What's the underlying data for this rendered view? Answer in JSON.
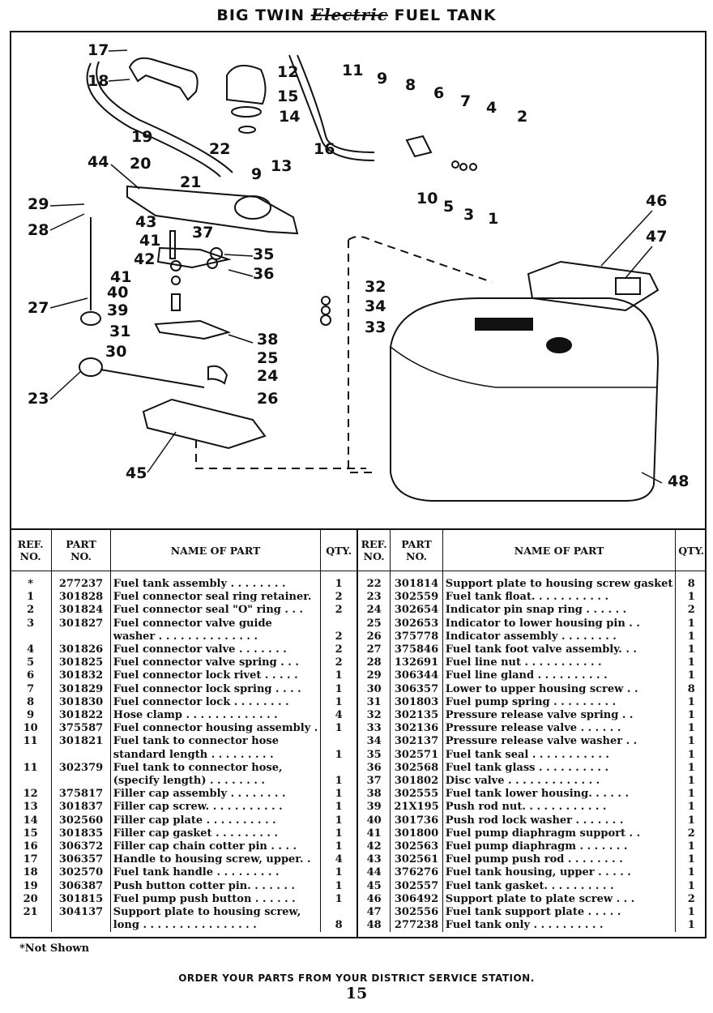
{
  "title": {
    "prefix": "BIG TWIN",
    "script": "Electric",
    "suffix": "FUEL TANK"
  },
  "callouts": [
    "1",
    "2",
    "3",
    "4",
    "5",
    "6",
    "7",
    "8",
    "9",
    "9",
    "10",
    "11",
    "12",
    "13",
    "14",
    "15",
    "16",
    "17",
    "18",
    "19",
    "20",
    "21",
    "22",
    "23",
    "24",
    "25",
    "26",
    "27",
    "28",
    "29",
    "30",
    "31",
    "32",
    "33",
    "34",
    "35",
    "36",
    "37",
    "38",
    "39",
    "40",
    "41",
    "41",
    "42",
    "43",
    "44",
    "45",
    "46",
    "47",
    "48"
  ],
  "table": {
    "headers": {
      "ref": "REF. NO.",
      "part": "PART NO.",
      "name": "NAME OF PART",
      "qty": "QTY."
    },
    "left": [
      {
        "ref": "*",
        "part": "277237",
        "name": "Fuel tank assembly . . . . . . . .",
        "qty": "1"
      },
      {
        "ref": "1",
        "part": "301828",
        "name": "Fuel connector seal ring retainer.",
        "qty": "2"
      },
      {
        "ref": "2",
        "part": "301824",
        "name": "Fuel connector seal \"O\" ring . . .",
        "qty": "2"
      },
      {
        "ref": "3",
        "part": "301827",
        "name": "Fuel connector valve guide",
        "qty": ""
      },
      {
        "ref": "",
        "part": "",
        "name": "    washer . . . . . . . . . . . . . .",
        "qty": "2"
      },
      {
        "ref": "4",
        "part": "301826",
        "name": "Fuel connector valve . . . . . . .",
        "qty": "2"
      },
      {
        "ref": "5",
        "part": "301825",
        "name": "Fuel connector valve spring . . .",
        "qty": "2"
      },
      {
        "ref": "6",
        "part": "301832",
        "name": "Fuel connector lock rivet . . . . .",
        "qty": "1"
      },
      {
        "ref": "7",
        "part": "301829",
        "name": "Fuel connector lock spring . . . .",
        "qty": "1"
      },
      {
        "ref": "8",
        "part": "301830",
        "name": "Fuel connector lock . . . . . . . .",
        "qty": "1"
      },
      {
        "ref": "9",
        "part": "301822",
        "name": "Hose clamp . . . . . . . . . . . . .",
        "qty": "4"
      },
      {
        "ref": "10",
        "part": "375587",
        "name": "Fuel connector housing assembly .",
        "qty": "1"
      },
      {
        "ref": "11",
        "part": "301821",
        "name": "Fuel tank to connector hose",
        "qty": ""
      },
      {
        "ref": "",
        "part": "",
        "name": "    standard length . . . . . . . . .",
        "qty": "1"
      },
      {
        "ref": "11",
        "part": "302379",
        "name": "Fuel tank to connector hose,",
        "qty": ""
      },
      {
        "ref": "",
        "part": "",
        "name": "    (specify length) . . . . . . . .",
        "qty": "1"
      },
      {
        "ref": "12",
        "part": "375817",
        "name": "Filler cap assembly . . . . . . . .",
        "qty": "1"
      },
      {
        "ref": "13",
        "part": "301837",
        "name": "Filler cap screw. . . . . . . . . . .",
        "qty": "1"
      },
      {
        "ref": "14",
        "part": "302560",
        "name": "Filler cap plate . . . . . . . . . .",
        "qty": "1"
      },
      {
        "ref": "15",
        "part": "301835",
        "name": "Filler cap gasket . . . . . . . . .",
        "qty": "1"
      },
      {
        "ref": "16",
        "part": "306372",
        "name": "Filler cap chain cotter pin . . . .",
        "qty": "1"
      },
      {
        "ref": "17",
        "part": "306357",
        "name": "Handle to housing screw, upper. .",
        "qty": "4"
      },
      {
        "ref": "18",
        "part": "302570",
        "name": "Fuel tank handle . . . . . . . . .",
        "qty": "1"
      },
      {
        "ref": "19",
        "part": "306387",
        "name": "Push button cotter pin. . . . . . .",
        "qty": "1"
      },
      {
        "ref": "20",
        "part": "301815",
        "name": "Fuel pump push button . . . . . .",
        "qty": "1"
      },
      {
        "ref": "21",
        "part": "304137",
        "name": "Support plate to housing screw,",
        "qty": ""
      },
      {
        "ref": "",
        "part": "",
        "name": "    long . . . . . . . . . . . . . . . .",
        "qty": "8"
      }
    ],
    "right": [
      {
        "ref": "22",
        "part": "301814",
        "name": "Support plate to housing screw gasket",
        "qty": "8"
      },
      {
        "ref": "23",
        "part": "302559",
        "name": "Fuel tank float. . . . . . . . . . .",
        "qty": "1"
      },
      {
        "ref": "24",
        "part": "302654",
        "name": "Indicator pin snap ring . . . . . .",
        "qty": "2"
      },
      {
        "ref": "25",
        "part": "302653",
        "name": "Indicator to lower housing pin . .",
        "qty": "1"
      },
      {
        "ref": "26",
        "part": "375778",
        "name": "Indicator assembly . . . . . . . .",
        "qty": "1"
      },
      {
        "ref": "27",
        "part": "375846",
        "name": "Fuel tank foot valve assembly. . .",
        "qty": "1"
      },
      {
        "ref": "28",
        "part": "132691",
        "name": "Fuel line nut . . . . . . . . . . .",
        "qty": "1"
      },
      {
        "ref": "29",
        "part": "306344",
        "name": "Fuel line gland . . . . . . . . . .",
        "qty": "1"
      },
      {
        "ref": "30",
        "part": "306357",
        "name": "Lower to upper housing screw . .",
        "qty": "8"
      },
      {
        "ref": "31",
        "part": "301803",
        "name": "Fuel pump spring . . . . . . . . .",
        "qty": "1"
      },
      {
        "ref": "32",
        "part": "302135",
        "name": "Pressure release valve spring . .",
        "qty": "1"
      },
      {
        "ref": "33",
        "part": "302136",
        "name": "Pressure release valve . . . . . .",
        "qty": "1"
      },
      {
        "ref": "34",
        "part": "302137",
        "name": "Pressure release valve washer . .",
        "qty": "1"
      },
      {
        "ref": "35",
        "part": "302571",
        "name": "Fuel tank seal . . . . . . . . . . .",
        "qty": "1"
      },
      {
        "ref": "36",
        "part": "302568",
        "name": "Fuel tank glass . . . . . . . . . .",
        "qty": "1"
      },
      {
        "ref": "37",
        "part": "301802",
        "name": "Disc valve . . . . . . . . . . . . .",
        "qty": "1"
      },
      {
        "ref": "38",
        "part": "302555",
        "name": "Fuel tank lower housing. . . . . .",
        "qty": "1"
      },
      {
        "ref": "39",
        "part": "21X195",
        "name": "Push rod nut. . . . . . . . . . . .",
        "qty": "1"
      },
      {
        "ref": "40",
        "part": "301736",
        "name": "Push rod lock washer . . . . . . .",
        "qty": "1"
      },
      {
        "ref": "41",
        "part": "301800",
        "name": "Fuel pump diaphragm support . .",
        "qty": "2"
      },
      {
        "ref": "42",
        "part": "302563",
        "name": "Fuel pump diaphragm . . . . . . .",
        "qty": "1"
      },
      {
        "ref": "43",
        "part": "302561",
        "name": "Fuel pump push rod . . . . . . . .",
        "qty": "1"
      },
      {
        "ref": "44",
        "part": "376276",
        "name": "Fuel tank housing, upper . . . . .",
        "qty": "1"
      },
      {
        "ref": "45",
        "part": "302557",
        "name": "Fuel tank gasket. . . . . . . . . .",
        "qty": "1"
      },
      {
        "ref": "46",
        "part": "306492",
        "name": "Support plate to plate screw . . .",
        "qty": "2"
      },
      {
        "ref": "47",
        "part": "302556",
        "name": "Fuel tank support plate . . . . .",
        "qty": "1"
      },
      {
        "ref": "48",
        "part": "277238",
        "name": "Fuel tank only . . . . . . . . . .",
        "qty": "1"
      }
    ]
  },
  "footnote": "*Not Shown",
  "footer": {
    "order_text": "ORDER YOUR PARTS FROM YOUR DISTRICT SERVICE STATION.",
    "page_number": "15"
  }
}
